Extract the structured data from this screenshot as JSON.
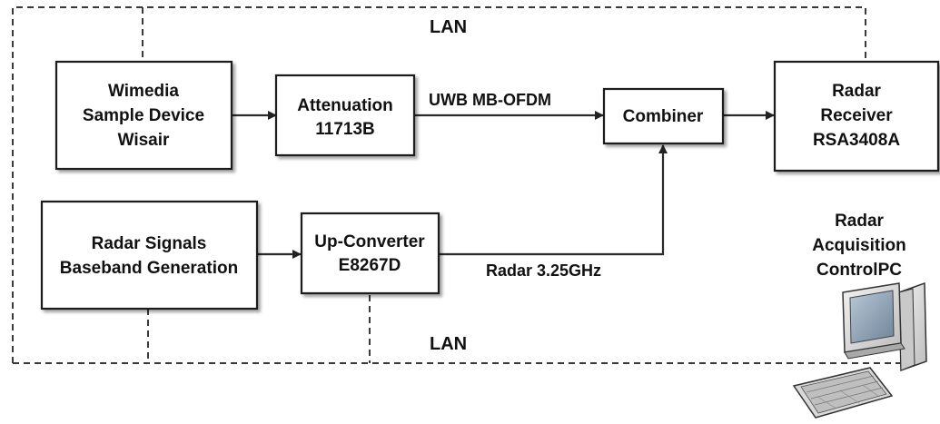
{
  "blocks": {
    "wimedia": {
      "lines": [
        "Wimedia",
        "Sample Device",
        "Wisair"
      ]
    },
    "attenuation": {
      "lines": [
        "Attenuation",
        "11713B"
      ]
    },
    "combiner": {
      "lines": [
        "Combiner"
      ]
    },
    "radar_receiver": {
      "lines": [
        "Radar",
        "Receiver",
        "RSA3408A"
      ]
    },
    "radar_signals": {
      "lines": [
        "Radar Signals",
        "Baseband Generation"
      ]
    },
    "up_converter": {
      "lines": [
        "Up-Converter",
        "E8267D"
      ]
    }
  },
  "labels": {
    "lan_top": "LAN",
    "lan_bottom": "LAN",
    "uwb_signal": "UWB MB-OFDM",
    "radar_signal": "Radar 3.25GHz",
    "pc_caption": [
      "Radar",
      "Acquisition",
      "ControlPC"
    ]
  },
  "icons": {
    "pc": "desktop-computer-icon"
  },
  "colors": {
    "line": "#2a2a2a",
    "box_border": "#1a1a1a",
    "text": "#111111",
    "monitor_body": "#dcdcdc",
    "screen": "#8fa3b5"
  }
}
